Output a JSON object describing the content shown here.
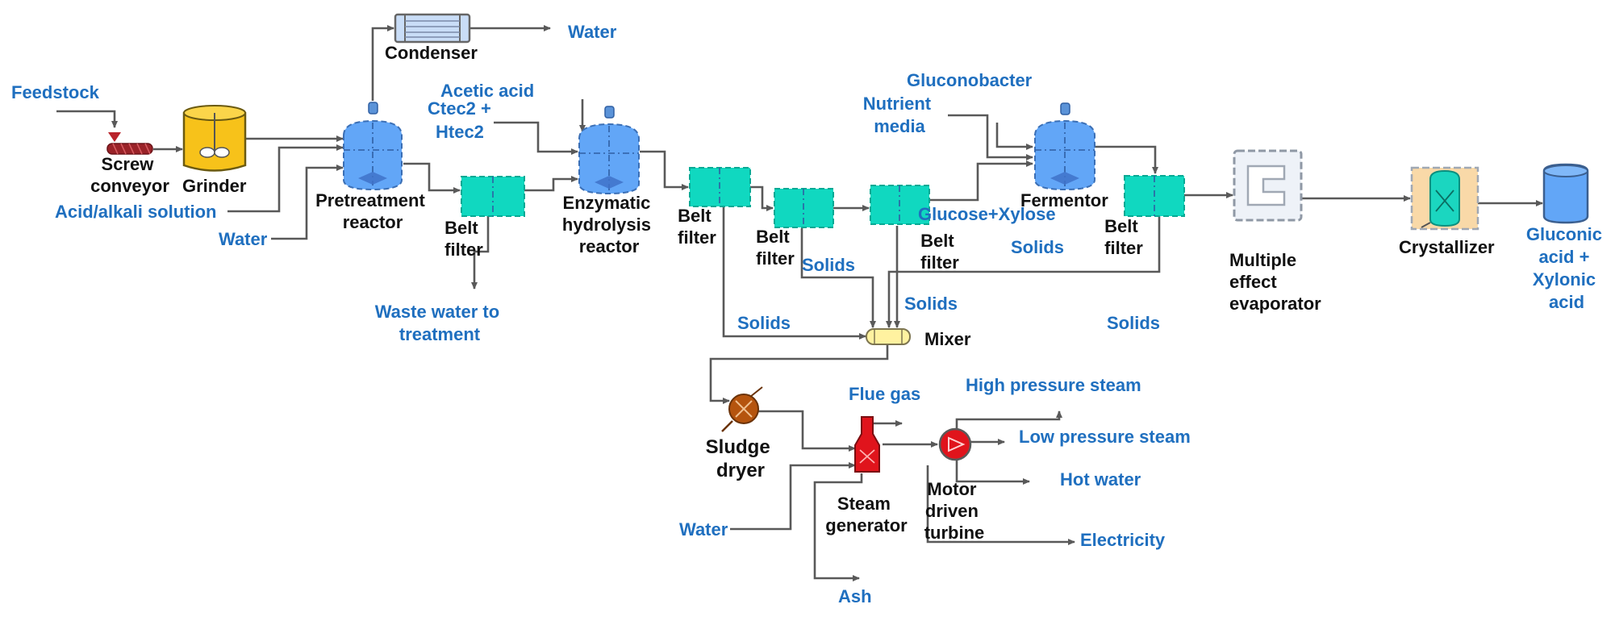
{
  "inputs": {
    "feedstock": "Feedstock",
    "acid_alkali": "Acid/alkali solution",
    "water_pretreatment": "Water",
    "acetic_acid": "Acetic acid",
    "ctec2_line1": "Ctec2 +",
    "ctec2_line2": "Htec2",
    "gluconobacter": "Gluconobacter",
    "nutrient_line1": "Nutrient",
    "nutrient_line2": "media",
    "water_steam": "Water"
  },
  "outputs": {
    "water_condenser": "Water",
    "waste_water_line1": "Waste water to",
    "waste_water_line2": "treatment",
    "glucose_xylose": "Glucose+Xylose",
    "solids_1": "Solids",
    "solids_2": "Solids",
    "solids_3": "Solids",
    "solids_4": "Solids",
    "solids_5": "Solids",
    "product_line1": "Gluconic",
    "product_line2": "acid +",
    "product_line3": "Xylonic",
    "product_line4": "acid",
    "flue_gas": "Flue gas",
    "hp_steam": "High pressure steam",
    "lp_steam": "Low pressure steam",
    "hot_water": "Hot water",
    "electricity": "Electricity",
    "ash": "Ash"
  },
  "units": {
    "condenser": "Condenser",
    "screw_line1": "Screw",
    "screw_line2": "conveyor",
    "grinder": "Grinder",
    "pretreat_line1": "Pretreatment",
    "pretreat_line2": "reactor",
    "belt_filter_line1": "Belt",
    "belt_filter_line2": "filter",
    "enzymatic_line1": "Enzymatic",
    "enzymatic_line2": "hydrolysis",
    "enzymatic_line3": "reactor",
    "fermentor": "Fermentor",
    "evap_line1": "Multiple",
    "evap_line2": "effect",
    "evap_line3": "evaporator",
    "crystallizer": "Crystallizer",
    "mixer": "Mixer",
    "sludge_line1": "Sludge",
    "sludge_line2": "dryer",
    "steam_gen_line1": "Steam",
    "steam_gen_line2": "generator",
    "turbine_line1": "Motor",
    "turbine_line2": "driven",
    "turbine_line3": "turbine"
  },
  "colors": {
    "stream_label": "#1f6fbf",
    "reactor": "#62a6f7",
    "belt_filter": "#10d8c0",
    "grinder": "#f7c21a",
    "sludge_dryer": "#b5540e",
    "steam_generator": "#e0141c",
    "mixer": "#fff2a0",
    "crystallizer_bg": "#f9d9a8"
  },
  "icons": {
    "condenser": "shell-and-tube-exchanger-icon",
    "screw_conveyor": "screw-conveyor-icon",
    "grinder": "grinder-icon",
    "reactor": "stirred-tank-reactor-icon",
    "belt_filter": "belt-filter-icon",
    "evaporator": "multiple-effect-evaporator-icon",
    "crystallizer": "crystallizer-icon",
    "storage_tank": "storage-tank-icon",
    "mixer": "mixer-icon",
    "sludge_dryer": "sludge-dryer-icon",
    "steam_generator": "steam-generator-icon",
    "turbine": "turbine-icon"
  }
}
